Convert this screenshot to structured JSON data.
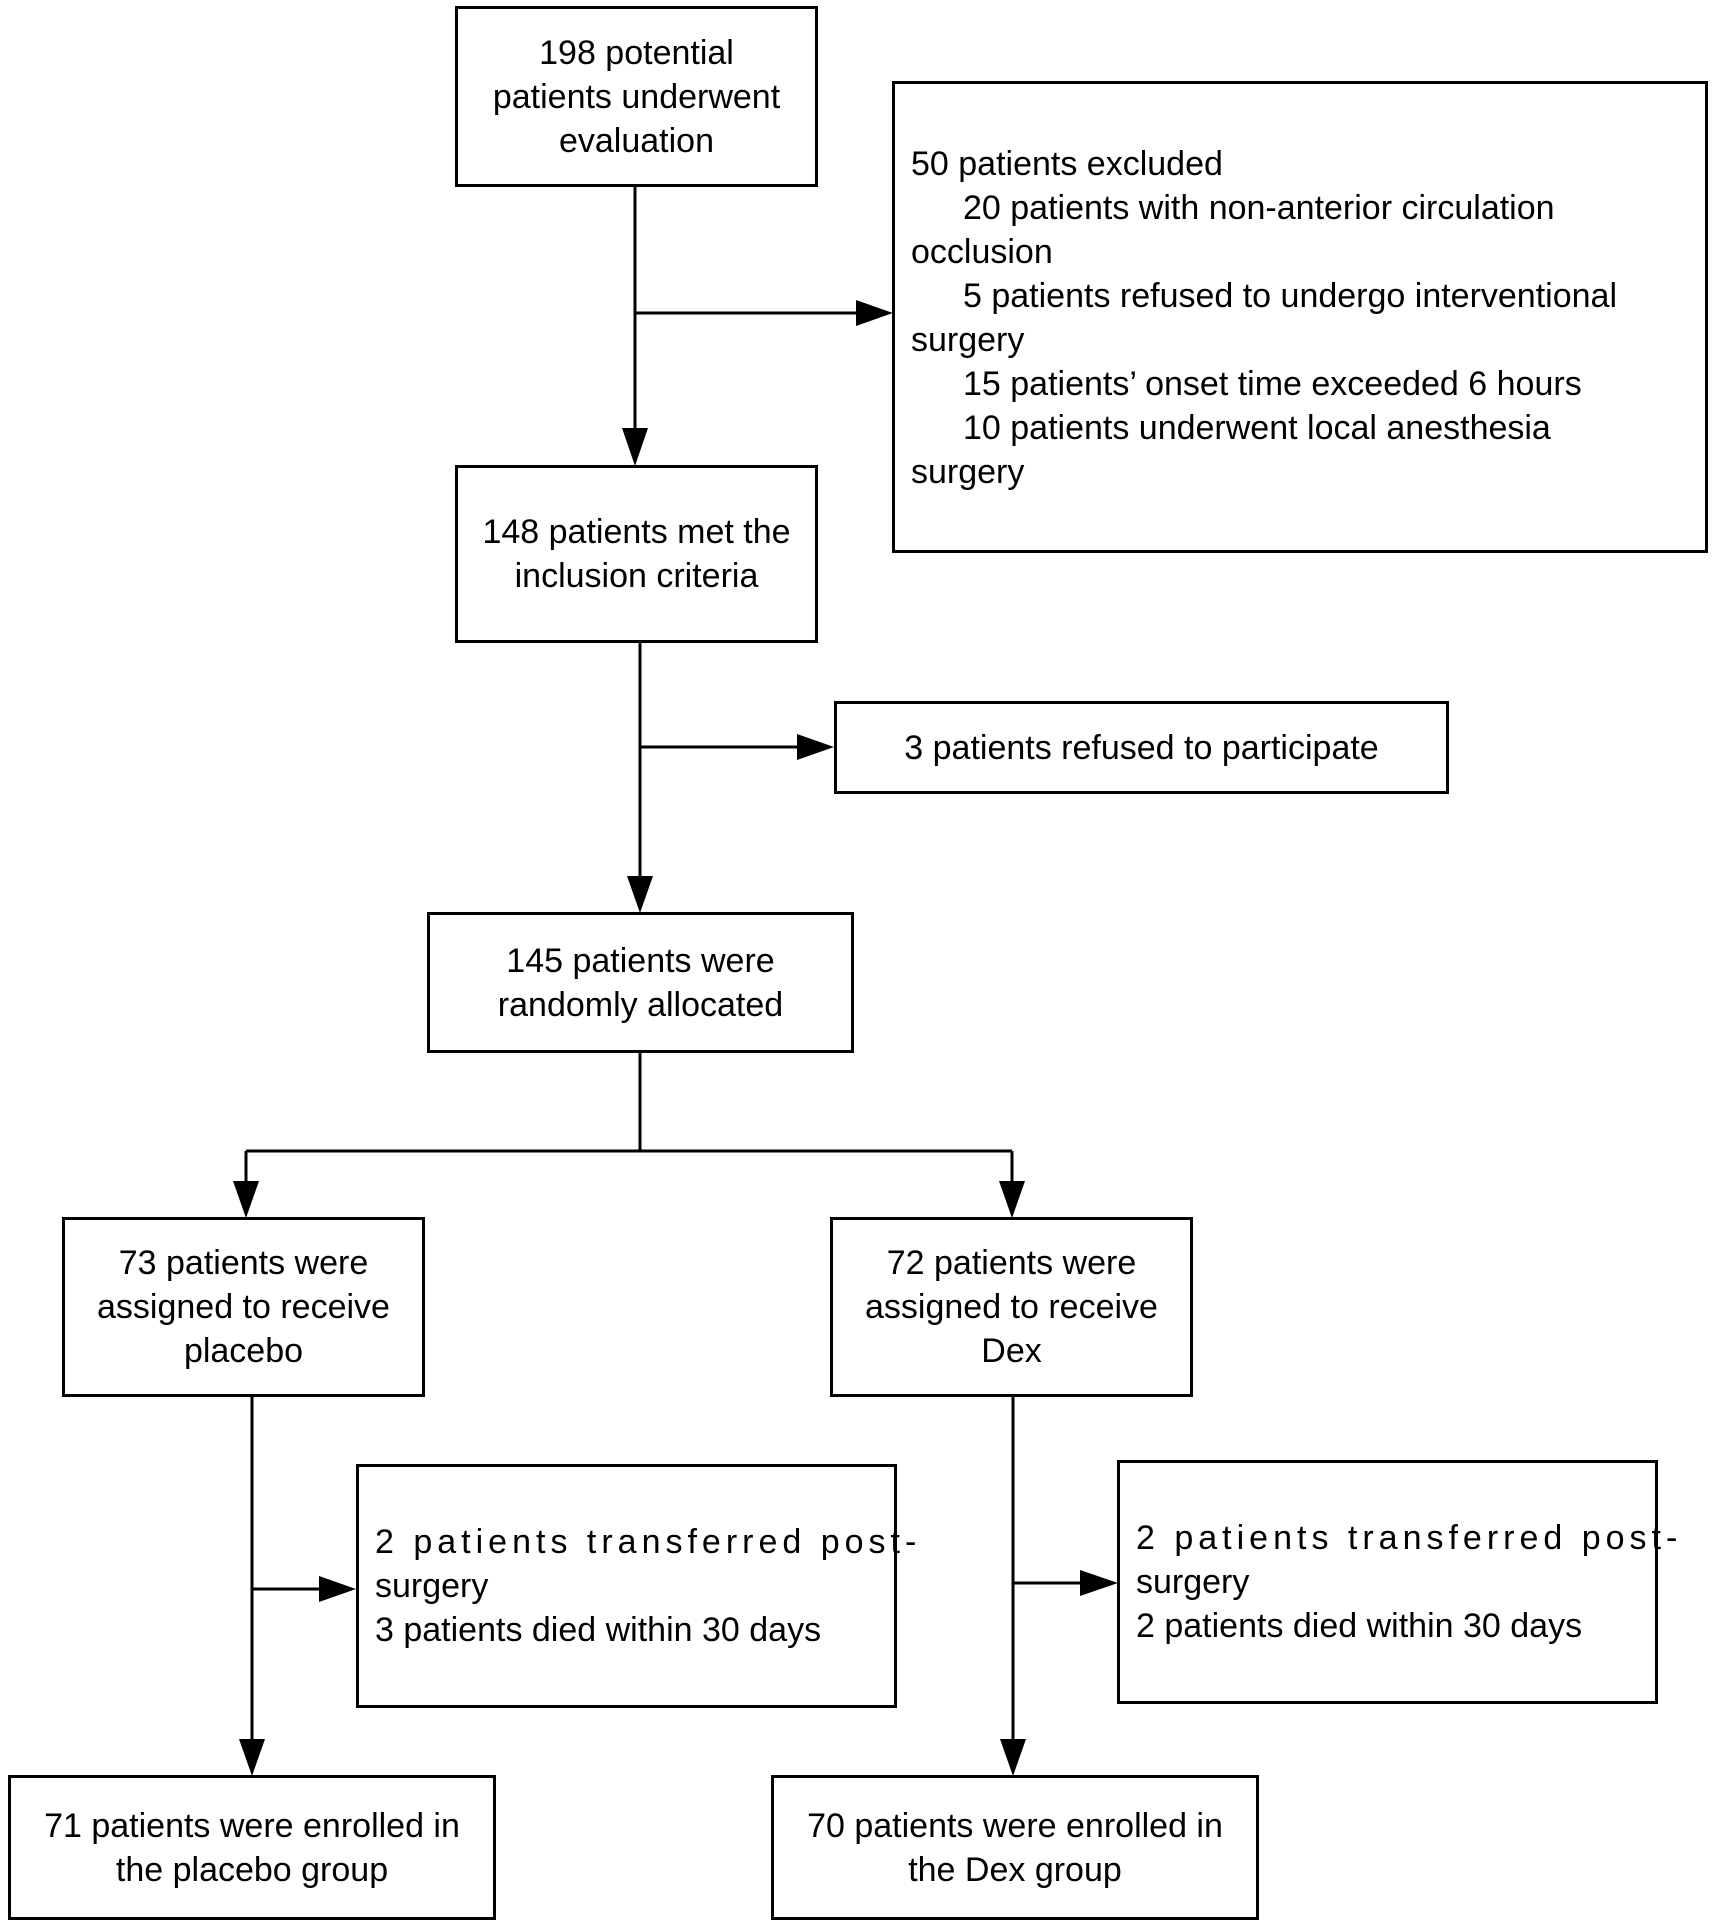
{
  "boxes": {
    "evaluation": {
      "lines": [
        "198 potential",
        "patients underwent",
        "evaluation"
      ]
    },
    "excluded": {
      "heading": "50 patients excluded",
      "lines": [
        {
          "text": "20 patients with non-anterior circulation",
          "indent": true
        },
        {
          "text": "occlusion",
          "indent": false
        },
        {
          "text": "5 patients refused to undergo interventional",
          "indent": true
        },
        {
          "text": "surgery",
          "indent": false
        },
        {
          "text": "15 patients’  onset time exceeded 6 hours",
          "indent": true
        },
        {
          "text": "10 patients underwent local anesthesia",
          "indent": true
        },
        {
          "text": "surgery",
          "indent": false
        }
      ]
    },
    "inclusion": {
      "lines": [
        "148 patients met the",
        "inclusion criteria"
      ]
    },
    "refused": {
      "lines": [
        "3 patients refused to participate"
      ]
    },
    "randomized": {
      "lines": [
        "145 patients were",
        "randomly allocated"
      ]
    },
    "placebo_assigned": {
      "lines": [
        "73 patients were",
        "assigned to receive",
        "placebo"
      ]
    },
    "dex_assigned": {
      "lines": [
        "72 patients were",
        "assigned to receive",
        "Dex"
      ]
    },
    "placebo_loss": {
      "lines": [
        "2 patients transferred post-",
        "surgery",
        "3 patients died within 30 days"
      ]
    },
    "dex_loss": {
      "lines": [
        "2 patients transferred post-",
        "surgery",
        "2 patients died within 30 days"
      ]
    },
    "placebo_enrolled": {
      "lines": [
        "71 patients were enrolled in",
        "the placebo group"
      ]
    },
    "dex_enrolled": {
      "lines": [
        "70 patients were enrolled in",
        "the Dex group"
      ]
    }
  }
}
